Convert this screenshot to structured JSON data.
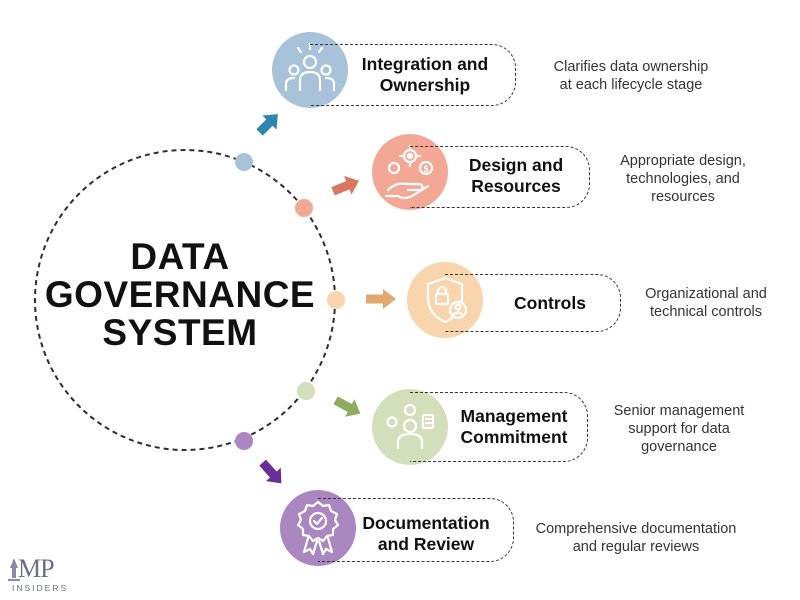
{
  "center": {
    "lines": [
      "DATA",
      "GOVERNANCE",
      "SYSTEM"
    ]
  },
  "items": [
    {
      "title_lines": [
        "Integration and",
        "Ownership"
      ],
      "desc_lines": [
        "Clarifies data ownership",
        "at each lifecycle stage"
      ],
      "color": "#a7c2d9",
      "arrow_color": "#2e86b0",
      "icon": "people-team-icon"
    },
    {
      "title_lines": [
        "Design and",
        "Resources"
      ],
      "desc_lines": [
        "Appropriate design,",
        "technologies, and",
        "resources"
      ],
      "color": "#f3a896",
      "arrow_color": "#d9775f",
      "icon": "hand-gear-coin-icon"
    },
    {
      "title_lines": [
        "Controls"
      ],
      "desc_lines": [
        "Organizational and",
        "technical controls"
      ],
      "color": "#f8d5ad",
      "arrow_color": "#e2a870",
      "icon": "shield-lock-user-icon"
    },
    {
      "title_lines": [
        "Management",
        "Commitment"
      ],
      "desc_lines": [
        "Senior management",
        "support for data",
        "governance"
      ],
      "color": "#d3deba",
      "arrow_color": "#8cac5e",
      "icon": "manager-gears-icon"
    },
    {
      "title_lines": [
        "Documentation",
        "and Review"
      ],
      "desc_lines": [
        "Comprehensive documentation",
        "and regular reviews"
      ],
      "color": "#ab87c2",
      "arrow_color": "#6b2e99",
      "icon": "award-badge-icon"
    }
  ],
  "logo": {
    "mark": "MP",
    "word": "INSIDERS"
  }
}
